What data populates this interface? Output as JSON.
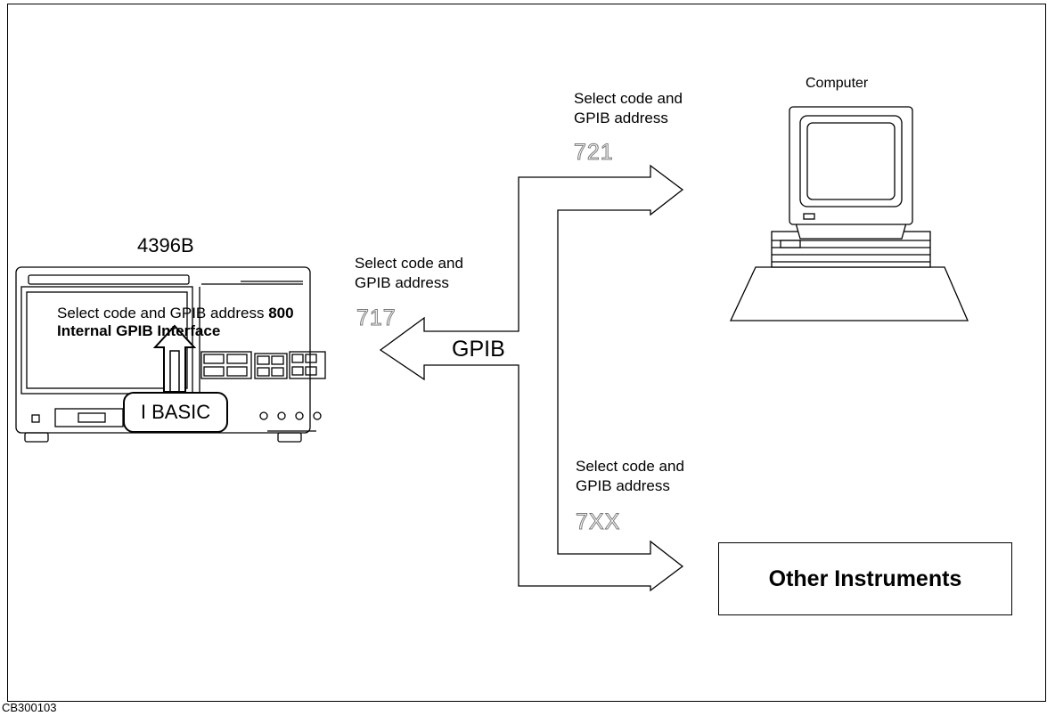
{
  "instrument": {
    "model": "4396B",
    "internal_select": "Select code and GPIB address",
    "internal_address": "800",
    "internal_interface": "Internal GPIB Interface",
    "ibasic_label": "I BASIC"
  },
  "bus": {
    "label": "GPIB"
  },
  "instrument_link": {
    "label_line1": "Select code and",
    "label_line2": "GPIB address",
    "address": "717"
  },
  "computer": {
    "title": "Computer",
    "label_line1": "Select code and",
    "label_line2": "GPIB address",
    "address": "721"
  },
  "other": {
    "title": "Other Instruments",
    "label_line1": "Select code and",
    "label_line2": "GPIB address",
    "address": "7XX"
  },
  "caption": "CB300103"
}
